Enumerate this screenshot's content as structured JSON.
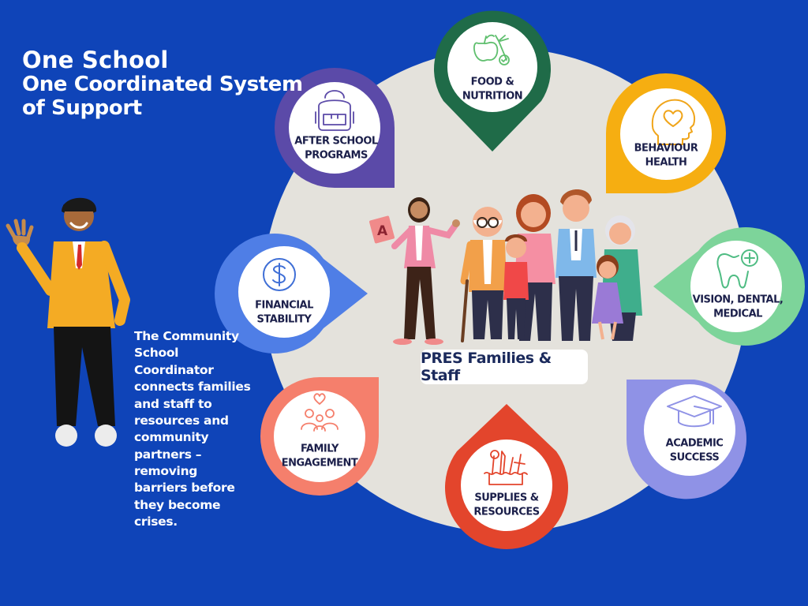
{
  "title": {
    "line1": "One School",
    "line2": "One Coordinated System",
    "line3": "of Support"
  },
  "description": "The Community School Coordinator connects families and staff to resources and community partners – removing barriers before they become crises.",
  "center_label": "PRES Families & Staff",
  "services": {
    "food": {
      "line1": "FOOD &",
      "line2": "NUTRITION",
      "color": "#1f6b48",
      "icon": "apple-carrot-icon"
    },
    "behaviour": {
      "line1": "BEHAVIOUR",
      "line2": "HEALTH",
      "color": "#f6ae11",
      "icon": "head-heart-icon"
    },
    "vision": {
      "line1": "VISION, DENTAL,",
      "line2": "MEDICAL",
      "color": "#7dd49a",
      "icon": "tooth-plus-icon"
    },
    "academic": {
      "line1": "ACADEMIC",
      "line2": "SUCCESS",
      "color": "#8f92e6",
      "icon": "graduation-cap-icon"
    },
    "supplies": {
      "line1": "SUPPLIES &",
      "line2": "RESOURCES",
      "color": "#e3452c",
      "icon": "art-supplies-icon"
    },
    "family": {
      "line1": "FAMILY",
      "line2": "ENGAGEMENT",
      "color": "#f57f6c",
      "icon": "family-heart-icon"
    },
    "financial": {
      "line1": "FINANCIAL",
      "line2": "STABILITY",
      "color": "#4f7ee6",
      "icon": "dollar-icon"
    },
    "afterschool": {
      "line1": "AFTER SCHOOL",
      "line2": "PROGRAMS",
      "color": "#5b4aa8",
      "icon": "backpack-icon"
    }
  }
}
